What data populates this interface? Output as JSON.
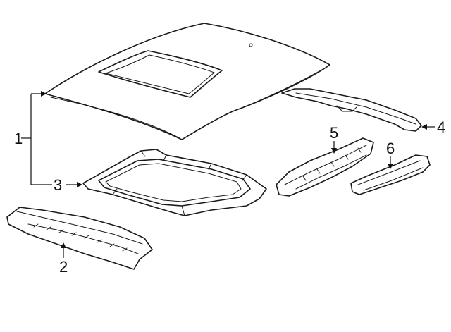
{
  "diagram": {
    "callouts": {
      "c1": "1",
      "c2": "2",
      "c3": "3",
      "c4": "4",
      "c5": "5",
      "c6": "6"
    },
    "colors": {
      "line": "#1a1a1a",
      "background": "#ffffff"
    }
  }
}
